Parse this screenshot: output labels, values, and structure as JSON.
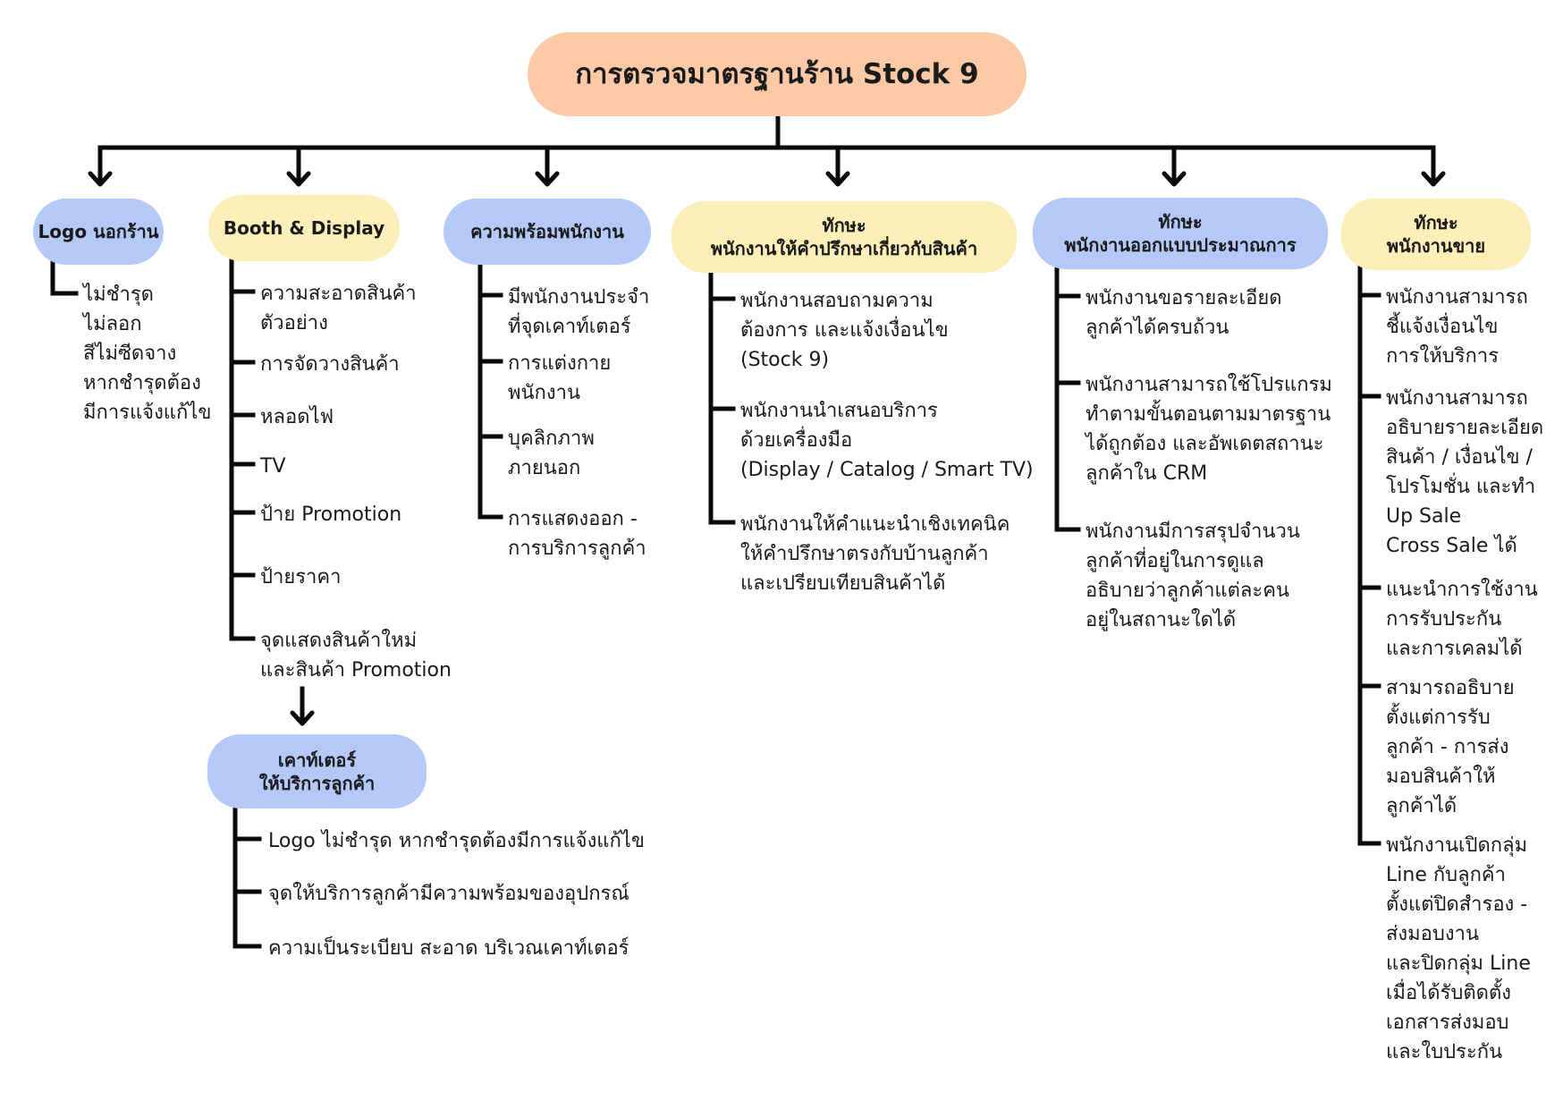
{
  "title": "การตรวจมาตรฐานร้าน Stock 9",
  "colors": {
    "root": "#fcc9a6",
    "blue": "#b4c9f7",
    "yellow": "#fcf0b8",
    "line": "#0a0a0a"
  },
  "categories": [
    {
      "id": "logo",
      "lines": [
        "Logo นอกร้าน"
      ],
      "color": "blue",
      "items": [
        {
          "lines": [
            "ไม่ชำรุด",
            "ไม่ลอก",
            "สีไม่ซีดจาง",
            "หากชำรุดต้อง",
            "มีการแจ้งแก้ไข"
          ]
        }
      ]
    },
    {
      "id": "booth",
      "lines": [
        "Booth &  Display"
      ],
      "color": "yellow",
      "items": [
        {
          "lines": [
            "ความสะอาดสินค้า",
            "ตัวอย่าง"
          ]
        },
        {
          "lines": [
            "การจัดวางสินค้า"
          ]
        },
        {
          "lines": [
            "หลอดไฟ"
          ]
        },
        {
          "lines": [
            "TV"
          ]
        },
        {
          "lines": [
            "ป้าย Promotion"
          ]
        },
        {
          "lines": [
            "ป้ายราคา"
          ]
        },
        {
          "lines": [
            "จุดแสดงสินค้าใหม่",
            "และสินค้า Promotion"
          ]
        }
      ]
    },
    {
      "id": "staff-ready",
      "lines": [
        "ความพร้อมพนักงาน"
      ],
      "color": "blue",
      "items": [
        {
          "lines": [
            "มีพนักงานประจำ",
            "ที่จุดเคาท์เตอร์"
          ]
        },
        {
          "lines": [
            "การแต่งกาย",
            "พนักงาน"
          ]
        },
        {
          "lines": [
            "บุคลิกภาพ",
            "ภายนอก"
          ]
        },
        {
          "lines": [
            "การแสดงออก -",
            "การบริการลูกค้า"
          ]
        }
      ]
    },
    {
      "id": "advisory",
      "lines": [
        "ทักษะ",
        "พนักงานให้คำปรึกษาเกี่ยวกับสินค้า"
      ],
      "color": "yellow",
      "items": [
        {
          "lines": [
            "พนักงานสอบถามความ",
            "ต้องการ และแจ้งเงื่อนไข",
            "(Stock 9)"
          ]
        },
        {
          "lines": [
            "พนักงานนำเสนอบริการ",
            "ด้วยเครื่องมือ",
            "(Display / Catalog / Smart TV)"
          ]
        },
        {
          "lines": [
            "พนักงานให้คำแนะนำเชิงเทคนิค",
            "ให้คำปรึกษาตรงกับบ้านลูกค้า",
            "และเปรียบเทียบสินค้าได้"
          ]
        }
      ]
    },
    {
      "id": "design",
      "lines": [
        "ทักษะ",
        "พนักงานออกแบบประมาณการ"
      ],
      "color": "blue",
      "items": [
        {
          "lines": [
            "พนักงานขอรายละเอียด",
            "ลูกค้าได้ครบถ้วน"
          ]
        },
        {
          "lines": [
            "พนักงานสามารถใช้โปรแกรม",
            "ทำตามขั้นตอนตามมาตรฐาน",
            "ได้ถูกต้อง และอัพเดตสถานะ",
            "ลูกค้าใน CRM"
          ]
        },
        {
          "lines": [
            "พนักงานมีการสรุปจำนวน",
            "ลูกค้าที่อยู่ในการดูแล",
            "อธิบายว่าลูกค้าแต่ละคน",
            "อยู่ในสถานะใดได้"
          ]
        }
      ]
    },
    {
      "id": "sales",
      "lines": [
        "ทักษะ",
        "พนักงานขาย"
      ],
      "color": "yellow",
      "items": [
        {
          "lines": [
            "พนักงานสามารถ",
            "ชี้แจ้งเงื่อนไข",
            "การให้บริการ"
          ]
        },
        {
          "lines": [
            "พนักงานสามารถ",
            "อธิบายรายละเอียด",
            "สินค้า / เงื่อนไข /",
            "โปรโมชั่น และทำ",
            "Up Sale",
            "Cross Sale ได้"
          ]
        },
        {
          "lines": [
            "แนะนำการใช้งาน",
            "การรับประกัน",
            "และการเคลมได้"
          ]
        },
        {
          "lines": [
            "สามารถอธิบาย",
            "ตั้งแต่การรับ",
            "ลูกค้า -  การส่ง",
            "มอบสินค้าให้",
            "ลูกค้าได้"
          ]
        },
        {
          "lines": [
            "พนักงานเปิดกลุ่ม",
            "Line กับลูกค้า",
            "ตั้งแต่ปิดสำรอง -",
            "ส่งมอบงาน",
            "และปิดกลุ่ม Line",
            "เมื่อได้รับติดตั้ง",
            "เอกสารส่งมอบ",
            "และใบประกัน"
          ]
        }
      ]
    }
  ],
  "counter": {
    "lines": [
      "เคาท์เตอร์",
      "ให้บริการลูกค้า"
    ],
    "color": "blue",
    "items": [
      {
        "lines": [
          "Logo ไม่ชำรุด หากชำรุดต้องมีการแจ้งแก้ไข"
        ]
      },
      {
        "lines": [
          "จุดให้บริการลูกค้ามีความพร้อมของอุปกรณ์"
        ]
      },
      {
        "lines": [
          "ความเป็นระเบียบ สะอาด บริเวณเคาท์เตอร์"
        ]
      }
    ]
  }
}
